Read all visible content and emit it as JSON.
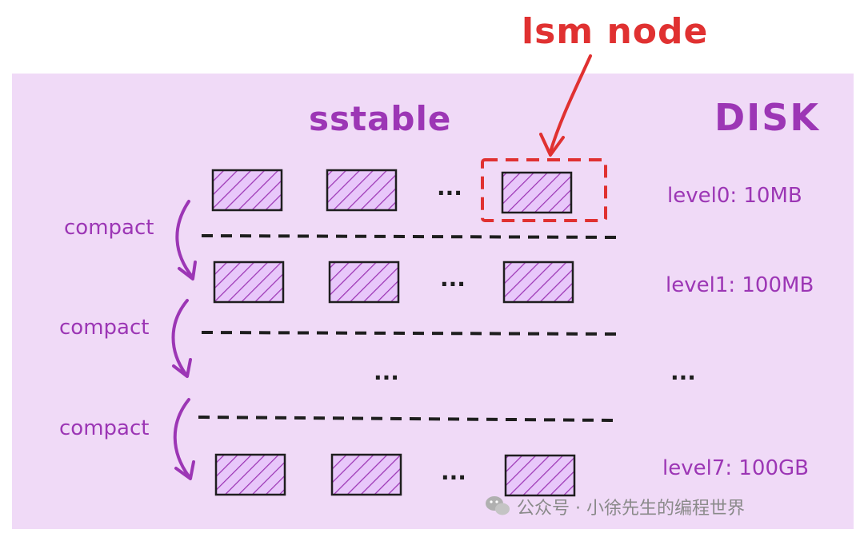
{
  "diagram": {
    "title": "lsm node",
    "sstable_label": "sstable",
    "disk_label": "DISK",
    "levels": [
      {
        "label": "level0: 10MB"
      },
      {
        "label": "level1: 100MB"
      },
      {
        "label": "..."
      },
      {
        "label": "level7: 100GB"
      }
    ],
    "compact_label": "compact",
    "ellipsis": "...",
    "watermark": "公众号 · 小徐先生的编程世界"
  },
  "colors": {
    "disk_background": "#f0daf7",
    "accent_purple": "#9c36b5",
    "lsm_red": "#e03131",
    "box_fill": "#d0a3f0",
    "dashes": "#1e1e1e"
  },
  "icons": [
    "wechat-icon",
    "arrow-icon"
  ]
}
